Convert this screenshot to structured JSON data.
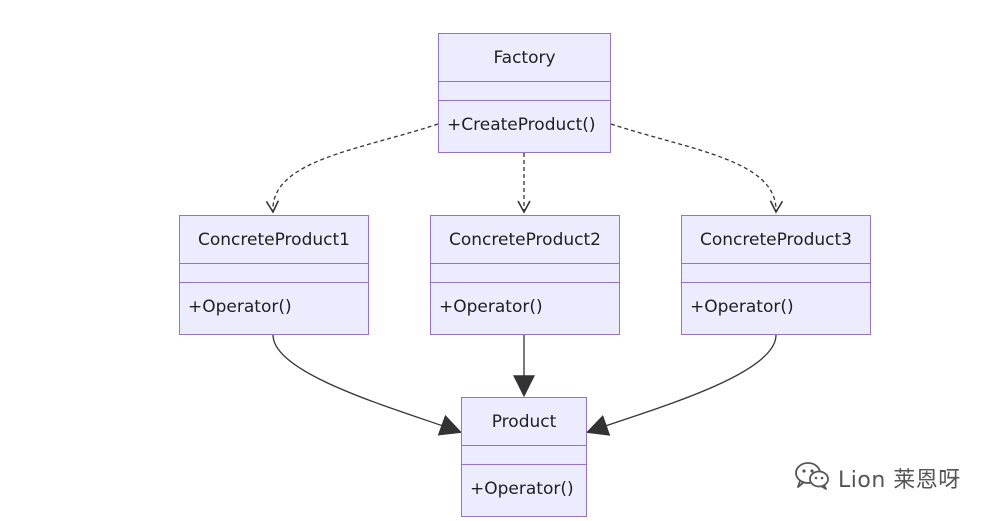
{
  "diagram": {
    "classes": {
      "factory": {
        "name": "Factory",
        "method": "+CreateProduct()"
      },
      "product1": {
        "name": "ConcreteProduct1",
        "method": "+Operator()"
      },
      "product2": {
        "name": "ConcreteProduct2",
        "method": "+Operator()"
      },
      "product3": {
        "name": "ConcreteProduct3",
        "method": "+Operator()"
      },
      "product": {
        "name": "Product",
        "method": "+Operator()"
      }
    },
    "relations": [
      {
        "from": "Factory",
        "to": "ConcreteProduct1",
        "type": "dependency"
      },
      {
        "from": "Factory",
        "to": "ConcreteProduct2",
        "type": "dependency"
      },
      {
        "from": "Factory",
        "to": "ConcreteProduct3",
        "type": "dependency"
      },
      {
        "from": "ConcreteProduct1",
        "to": "Product",
        "type": "association"
      },
      {
        "from": "ConcreteProduct2",
        "to": "Product",
        "type": "association"
      },
      {
        "from": "ConcreteProduct3",
        "to": "Product",
        "type": "association"
      }
    ]
  },
  "colors": {
    "node_fill": "#ececff",
    "node_border": "#9370db",
    "edge": "#333333"
  },
  "watermark": {
    "icon": "wechat-icon",
    "text": "Lion 莱恩呀"
  }
}
